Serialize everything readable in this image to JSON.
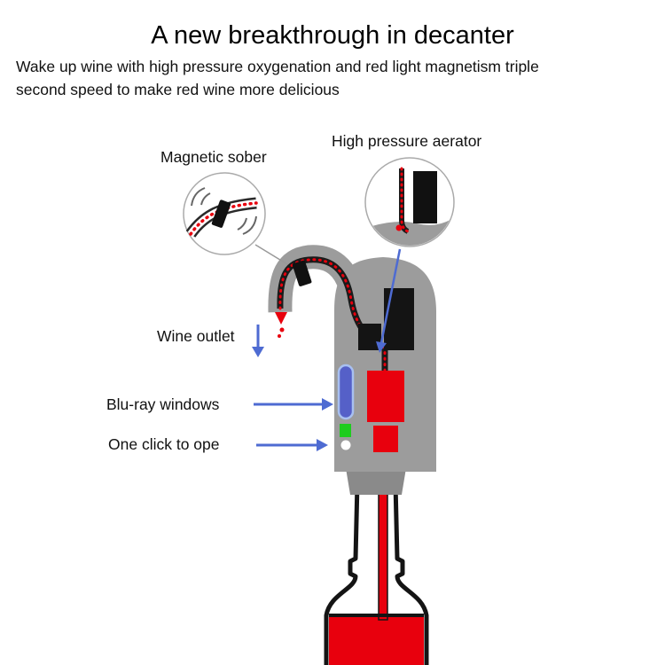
{
  "page": {
    "title": "A new breakthrough in decanter",
    "subtitle_line1": "Wake up wine with high pressure oxygenation and red light magnetism triple",
    "subtitle_line2": "second speed to make red wine more delicious"
  },
  "labels": {
    "magnetic_sober": "Magnetic sober",
    "high_pressure_aerator": "High pressure aerator",
    "wine_outlet": "Wine outlet",
    "blu_ray_windows": "Blu-ray windows",
    "one_click": "One click to ope"
  },
  "colors": {
    "body_gray": "#9c9c9c",
    "collar_gray": "#8a8a8a",
    "wine_red": "#e8000d",
    "arrow_blue": "#4e6bd2",
    "window_blue": "#5560c8",
    "window_stroke": "#a8c0f0",
    "indicator_green": "#1ecc1e",
    "outline_dark": "#141414"
  }
}
